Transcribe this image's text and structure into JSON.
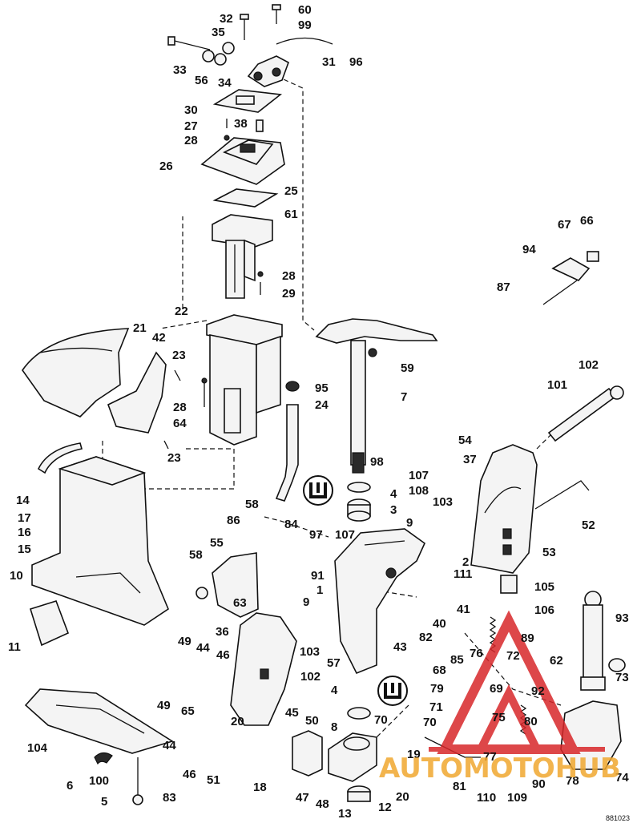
{
  "diagram": {
    "labels": [
      {
        "id": "l60",
        "text": "60"
      },
      {
        "id": "l99",
        "text": "99"
      },
      {
        "id": "l32",
        "text": "32"
      },
      {
        "id": "l35",
        "text": "35"
      },
      {
        "id": "l96",
        "text": "96"
      },
      {
        "id": "l31",
        "text": "31"
      },
      {
        "id": "l33",
        "text": "33"
      },
      {
        "id": "l56",
        "text": "56"
      },
      {
        "id": "l34",
        "text": "34"
      },
      {
        "id": "l30",
        "text": "30"
      },
      {
        "id": "l27",
        "text": "27"
      },
      {
        "id": "l38",
        "text": "38"
      },
      {
        "id": "l28a",
        "text": "28"
      },
      {
        "id": "l26",
        "text": "26"
      },
      {
        "id": "l25",
        "text": "25"
      },
      {
        "id": "l61",
        "text": "61"
      },
      {
        "id": "l28b",
        "text": "28"
      },
      {
        "id": "l29",
        "text": "29"
      },
      {
        "id": "l67",
        "text": "67"
      },
      {
        "id": "l66",
        "text": "66"
      },
      {
        "id": "l94",
        "text": "94"
      },
      {
        "id": "l87",
        "text": "87"
      },
      {
        "id": "l22",
        "text": "22"
      },
      {
        "id": "l21",
        "text": "21"
      },
      {
        "id": "l42",
        "text": "42"
      },
      {
        "id": "l23a",
        "text": "23"
      },
      {
        "id": "l59",
        "text": "59"
      },
      {
        "id": "l7",
        "text": "7"
      },
      {
        "id": "l95",
        "text": "95"
      },
      {
        "id": "l24",
        "text": "24"
      },
      {
        "id": "l28c",
        "text": "28"
      },
      {
        "id": "l64",
        "text": "64"
      },
      {
        "id": "l23b",
        "text": "23"
      },
      {
        "id": "l102a",
        "text": "102"
      },
      {
        "id": "l101",
        "text": "101"
      },
      {
        "id": "l54",
        "text": "54"
      },
      {
        "id": "l37",
        "text": "37"
      },
      {
        "id": "l107a",
        "text": "107"
      },
      {
        "id": "l108",
        "text": "108"
      },
      {
        "id": "l98",
        "text": "98"
      },
      {
        "id": "l4a",
        "text": "4"
      },
      {
        "id": "l3",
        "text": "3"
      },
      {
        "id": "l103a",
        "text": "103"
      },
      {
        "id": "l52",
        "text": "52"
      },
      {
        "id": "l14",
        "text": "14"
      },
      {
        "id": "l17",
        "text": "17"
      },
      {
        "id": "l16",
        "text": "16"
      },
      {
        "id": "l15",
        "text": "15"
      },
      {
        "id": "l58a",
        "text": "58"
      },
      {
        "id": "l86",
        "text": "86"
      },
      {
        "id": "l84",
        "text": "84"
      },
      {
        "id": "l97",
        "text": "97"
      },
      {
        "id": "l107b",
        "text": "107"
      },
      {
        "id": "l9a",
        "text": "9"
      },
      {
        "id": "l53",
        "text": "53"
      },
      {
        "id": "l55",
        "text": "55"
      },
      {
        "id": "l58b",
        "text": "58"
      },
      {
        "id": "l91",
        "text": "91"
      },
      {
        "id": "l2",
        "text": "2"
      },
      {
        "id": "l111",
        "text": "111"
      },
      {
        "id": "l105",
        "text": "105"
      },
      {
        "id": "l1",
        "text": "1"
      },
      {
        "id": "l63",
        "text": "63"
      },
      {
        "id": "l10",
        "text": "10"
      },
      {
        "id": "l9b",
        "text": "9"
      },
      {
        "id": "l41",
        "text": "41"
      },
      {
        "id": "l106",
        "text": "106"
      },
      {
        "id": "l93",
        "text": "93"
      },
      {
        "id": "l11",
        "text": "11"
      },
      {
        "id": "l36",
        "text": "36"
      },
      {
        "id": "l40",
        "text": "40"
      },
      {
        "id": "l49a",
        "text": "49"
      },
      {
        "id": "l44a",
        "text": "44"
      },
      {
        "id": "l46a",
        "text": "46"
      },
      {
        "id": "l103b",
        "text": "103"
      },
      {
        "id": "l43",
        "text": "43"
      },
      {
        "id": "l89",
        "text": "89"
      },
      {
        "id": "l82",
        "text": "82"
      },
      {
        "id": "l57",
        "text": "57"
      },
      {
        "id": "l76",
        "text": "76"
      },
      {
        "id": "l72",
        "text": "72"
      },
      {
        "id": "l62",
        "text": "62"
      },
      {
        "id": "l85",
        "text": "85"
      },
      {
        "id": "l68",
        "text": "68"
      },
      {
        "id": "l102b",
        "text": "102"
      },
      {
        "id": "l4b",
        "text": "4"
      },
      {
        "id": "l69",
        "text": "69"
      },
      {
        "id": "l92",
        "text": "92"
      },
      {
        "id": "l73",
        "text": "73"
      },
      {
        "id": "l79",
        "text": "79"
      },
      {
        "id": "l71",
        "text": "71"
      },
      {
        "id": "l104",
        "text": "104"
      },
      {
        "id": "l49b",
        "text": "49"
      },
      {
        "id": "l65",
        "text": "65"
      },
      {
        "id": "l20a",
        "text": "20"
      },
      {
        "id": "l45",
        "text": "45"
      },
      {
        "id": "l50",
        "text": "50"
      },
      {
        "id": "l8",
        "text": "8"
      },
      {
        "id": "l70a",
        "text": "70"
      },
      {
        "id": "l75",
        "text": "75"
      },
      {
        "id": "l70b",
        "text": "70"
      },
      {
        "id": "l80",
        "text": "80"
      },
      {
        "id": "l44b",
        "text": "44"
      },
      {
        "id": "l46b",
        "text": "46"
      },
      {
        "id": "l19",
        "text": "19"
      },
      {
        "id": "l77",
        "text": "77"
      },
      {
        "id": "l74",
        "text": "74"
      },
      {
        "id": "l6",
        "text": "6"
      },
      {
        "id": "l51",
        "text": "51"
      },
      {
        "id": "l18",
        "text": "18"
      },
      {
        "id": "l100",
        "text": "100"
      },
      {
        "id": "l78",
        "text": "78"
      },
      {
        "id": "l90",
        "text": "90"
      },
      {
        "id": "l81",
        "text": "81"
      },
      {
        "id": "l47",
        "text": "47"
      },
      {
        "id": "l20b",
        "text": "20"
      },
      {
        "id": "l110",
        "text": "110"
      },
      {
        "id": "l109",
        "text": "109"
      },
      {
        "id": "l5",
        "text": "5"
      },
      {
        "id": "l83",
        "text": "83"
      },
      {
        "id": "l48",
        "text": "48"
      },
      {
        "id": "l12",
        "text": "12"
      },
      {
        "id": "l13",
        "text": "13"
      }
    ],
    "watermark": {
      "text": "AUTOMOTOHUB",
      "color_primary": "#f0a830",
      "color_secondary": "#d8272a"
    },
    "catalog_number": "881023",
    "colors": {
      "ink": "#111111",
      "paper": "#ffffff"
    }
  }
}
